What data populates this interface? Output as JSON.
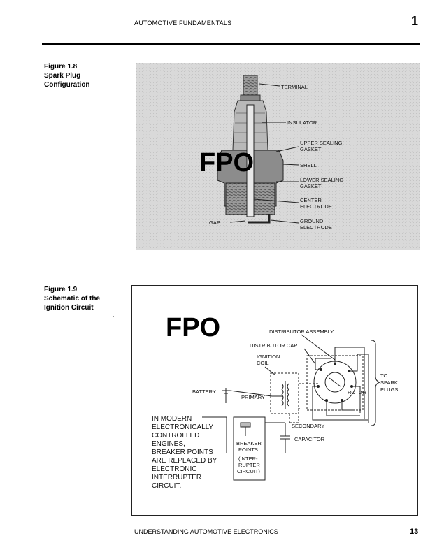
{
  "header": {
    "title": "AUTOMOTIVE FUNDAMENTALS",
    "chapter": "1"
  },
  "figure1": {
    "label": "Figure 1.8",
    "caption": [
      "Spark Plug",
      "Configuration"
    ],
    "placeholder": "FPO",
    "labels": {
      "terminal": "TERMINAL",
      "insulator": "INSULATOR",
      "upper_gasket": [
        "UPPER SEALING",
        "GASKET"
      ],
      "shell": "SHELL",
      "lower_gasket": [
        "LOWER SEALING",
        "GASKET"
      ],
      "center_electrode": [
        "CENTER",
        "ELECTRODE"
      ],
      "gap": "GAP",
      "ground_electrode": [
        "GROUND",
        "ELECTRODE"
      ]
    }
  },
  "figure2": {
    "label": "Figure 1.9",
    "caption": [
      "Schematic of the",
      "Ignition Circuit"
    ],
    "placeholder": "FPO",
    "labels": {
      "distributor_assembly": "DISTRIBUTOR ASSEMBLY",
      "distributor_cap": "DISTRIBUTOR CAP",
      "ignition_coil": [
        "IGNITION",
        "COIL"
      ],
      "battery": "BATTERY",
      "primary": "PRIMARY",
      "rotor": "ROTOR",
      "to_spark_plugs": [
        "TO",
        "SPARK",
        "PLUGS"
      ],
      "secondary": "SECONDARY",
      "capacitor": "CAPACITOR",
      "breaker_points": [
        "BREAKER",
        "POINTS"
      ],
      "interrupter": [
        "(INTER-",
        "RUPTER",
        "CIRCUIT)"
      ],
      "note": [
        "IN MODERN",
        "ELECTRONICALLY",
        "CONTROLLED",
        "ENGINES,",
        "BREAKER POINTS",
        "ARE REPLACED BY",
        "ELECTRONIC",
        "INTERRUPTER",
        "CIRCUIT."
      ]
    }
  },
  "footer": {
    "title": "UNDERSTANDING AUTOMOTIVE ELECTRONICS",
    "page": "13"
  }
}
